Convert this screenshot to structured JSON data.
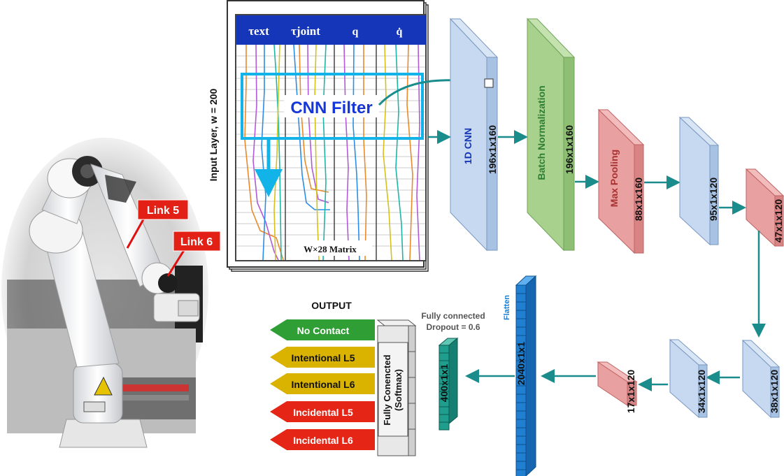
{
  "colors": {
    "header_blue": "#1536b8",
    "filter_cyan": "#12b3e8",
    "flow_teal": "#1a8c8c",
    "conv_blue": "#c7d9f0",
    "bn_green": "#a9d18e",
    "pool_red": "#e8a0a0",
    "dense_teal": "#1f9e8e",
    "flatten_blue": "#1f7fd0",
    "out_green": "#2f9e35",
    "out_yellow": "#d9b300",
    "out_red": "#e52515"
  },
  "robot": {
    "link5_label": "Link 5",
    "link6_label": "Link 6"
  },
  "input": {
    "layer_label": "Input Layer, w = 200",
    "headers": [
      "τext",
      "τjoint",
      "q",
      "q̇"
    ],
    "filter_label": "CNN Filter",
    "matrix_label": "W×28 Matrix"
  },
  "layers": {
    "conv_name": "1D CNN",
    "conv_size": "196x1x160",
    "bn_name": "Batch Normalization",
    "bn_size": "196x1x160",
    "pool_name": "Max Pooling",
    "pool_size": "88x1x160",
    "block4_size": "95x1x120",
    "block5_size": "47x1x120",
    "block6_size": "38x1x120",
    "block7_size": "34x1x120",
    "block8_size": "17x1x120",
    "flatten_label": "Flatten",
    "flatten_size": "2040x1x1",
    "fc_note_line1": "Fully connected",
    "fc_note_line2": "Dropout = 0.6",
    "dense_size": "400x1x1",
    "softmax_line1": "Fully Conencted",
    "softmax_line2": "(Softmax)"
  },
  "output": {
    "title": "OUTPUT",
    "classes": [
      "No Contact",
      "Intentional L5",
      "Intentional L6",
      "Incidental L5",
      "Incidental L6"
    ]
  }
}
